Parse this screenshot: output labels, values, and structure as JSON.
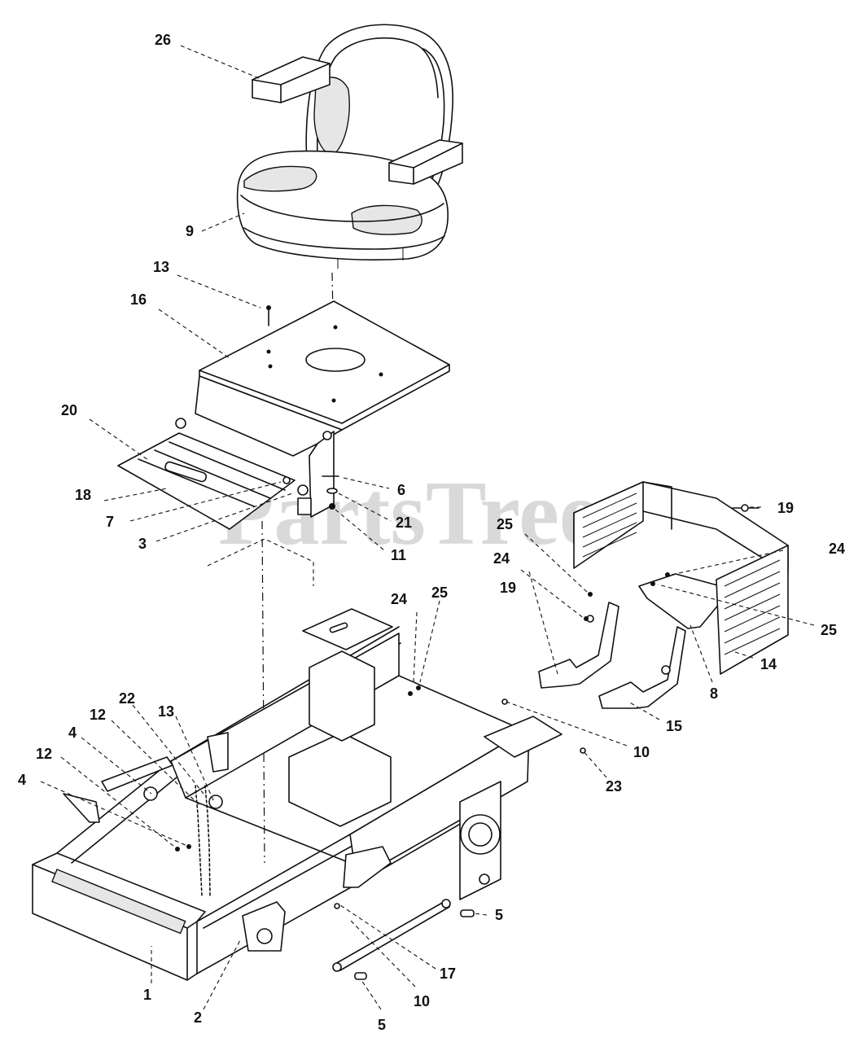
{
  "watermark": "PartsTree",
  "callouts": [
    {
      "id": "c26",
      "text": "26"
    },
    {
      "id": "c9",
      "text": "9"
    },
    {
      "id": "c13a",
      "text": "13"
    },
    {
      "id": "c16",
      "text": "16"
    },
    {
      "id": "c20",
      "text": "20"
    },
    {
      "id": "c18",
      "text": "18"
    },
    {
      "id": "c7",
      "text": "7"
    },
    {
      "id": "c3",
      "text": "3"
    },
    {
      "id": "c6",
      "text": "6"
    },
    {
      "id": "c21",
      "text": "21"
    },
    {
      "id": "c11",
      "text": "11"
    },
    {
      "id": "c19a",
      "text": "19"
    },
    {
      "id": "c24a",
      "text": "24"
    },
    {
      "id": "c25a",
      "text": "25"
    },
    {
      "id": "c24b",
      "text": "24"
    },
    {
      "id": "c19b",
      "text": "19"
    },
    {
      "id": "c25b",
      "text": "25"
    },
    {
      "id": "c8",
      "text": "8"
    },
    {
      "id": "c14",
      "text": "14"
    },
    {
      "id": "c15",
      "text": "15"
    },
    {
      "id": "c24c",
      "text": "24"
    },
    {
      "id": "c25c",
      "text": "25"
    },
    {
      "id": "c10a",
      "text": "10"
    },
    {
      "id": "c23",
      "text": "23"
    },
    {
      "id": "c22",
      "text": "22"
    },
    {
      "id": "c12a",
      "text": "12"
    },
    {
      "id": "c13b",
      "text": "13"
    },
    {
      "id": "c4a",
      "text": "4"
    },
    {
      "id": "c12b",
      "text": "12"
    },
    {
      "id": "c4b",
      "text": "4"
    },
    {
      "id": "c5a",
      "text": "5"
    },
    {
      "id": "c17",
      "text": "17"
    },
    {
      "id": "c10b",
      "text": "10"
    },
    {
      "id": "c5b",
      "text": "5"
    },
    {
      "id": "c1",
      "text": "1"
    },
    {
      "id": "c2",
      "text": "2"
    }
  ]
}
